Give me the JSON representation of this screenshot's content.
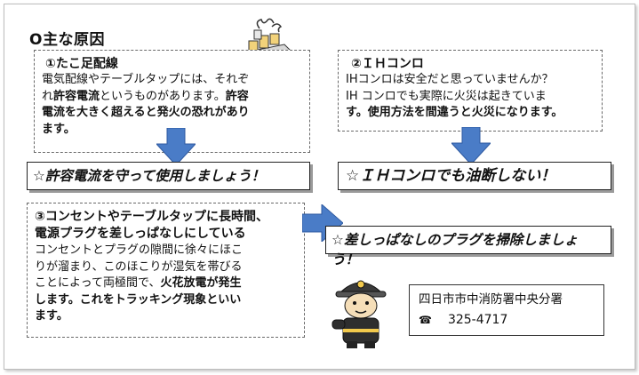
{
  "heading": "O主な原因",
  "sections": {
    "s1": {
      "title": "①たこ足配線",
      "body_lines": [
        [
          "電気配線やテーブルタップには、それぞ",
          null
        ],
        [
          "れ",
          "許容電流",
          "というものがあります。",
          "許容"
        ],
        [
          "電流を大きく超えると発火の恐れがあり",
          null
        ],
        [
          "ます。",
          null
        ]
      ]
    },
    "s2": {
      "title": "②ＩＨコンロ",
      "line1": "IHコンロは安全だと思っていませんか？",
      "line2": "IH コンロでも実際に火災は起きていま",
      "line3": "す。使用方法を間違うと火災になります。"
    },
    "s3": {
      "title_line1": "③コンセントやテーブルタップに長時間、",
      "title_line2": "電源プラグを差しっぱなしにしている",
      "line3": "コンセントとプラグの隙間に徐々にほこ",
      "line4": "りが溜まり、このほこりが湿気を帯びる",
      "line5_plain": "ことによって両極間で、",
      "line5_bold": "火花放電が発生",
      "line6": "します。これをトラッキング現象といい",
      "line7": "ます。"
    }
  },
  "slogans": {
    "s1": "☆許容電流を守って使用しましょう！",
    "s2": "☆ＩＨコンロでも油断しない！",
    "s3": "☆差しっぱなしのプラグを掃除しましょう！"
  },
  "contact": {
    "office": "四日市市中消防署中央分署",
    "phone_icon": "☎",
    "phone": "325-4717"
  },
  "colors": {
    "arrow_fill": "#4a7cc7",
    "arrow_stroke": "#2f5aa0"
  },
  "icons": {
    "s1_illustration": "overloaded-power-strip-icon",
    "mascot": "firefighter-mascot-icon",
    "arrow": "down-arrow-icon"
  }
}
